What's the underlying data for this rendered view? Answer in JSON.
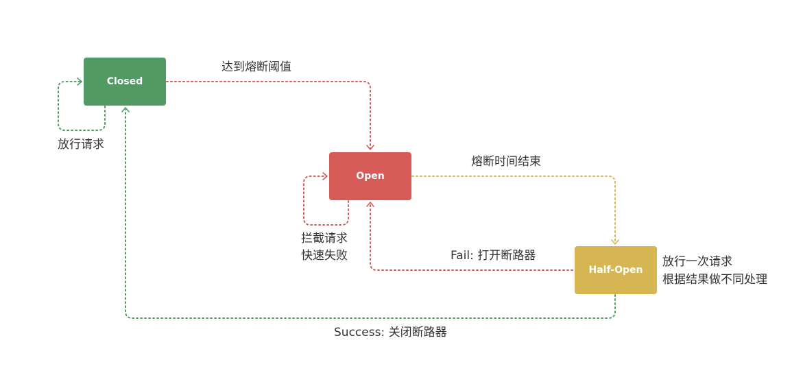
{
  "states": {
    "closed": {
      "label": "Closed",
      "color": "#519a64"
    },
    "open": {
      "label": "Open",
      "color": "#d65b59"
    },
    "half_open": {
      "label": "Half-Open",
      "color": "#d5b653"
    }
  },
  "transitions": {
    "closed_self": "放行请求",
    "closed_to_open": "达到熔断阈值",
    "open_self_line1": "拦截请求",
    "open_self_line2": "快速失败",
    "open_to_half_open": "熔断时间结束",
    "half_open_to_open": "Fail: 打开断路器",
    "half_open_to_closed": "Success: 关闭断路器"
  },
  "notes": {
    "half_open_line1": "放行一次请求",
    "half_open_line2": "根据结果做不同处理"
  },
  "colors": {
    "green": "#519a64",
    "red": "#d65b59",
    "yellow": "#d5b653"
  }
}
